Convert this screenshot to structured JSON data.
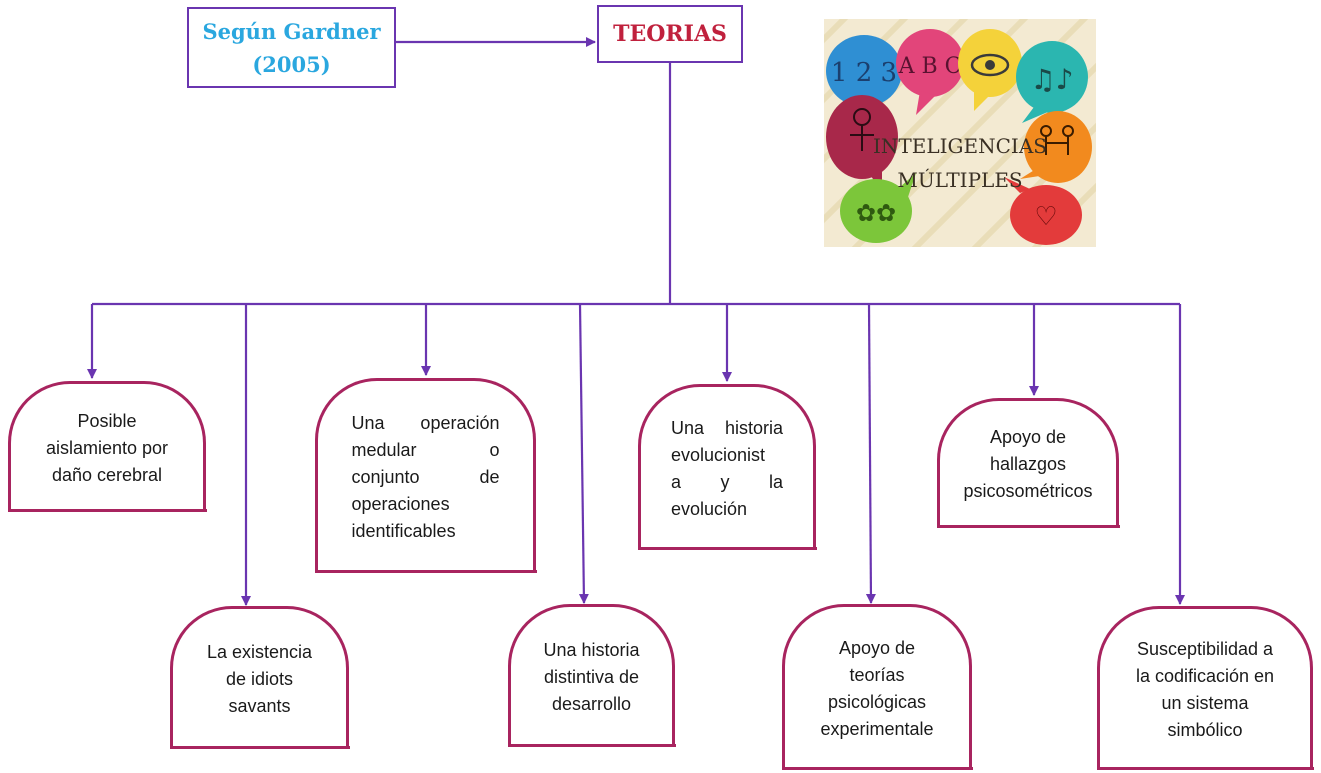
{
  "source_box": {
    "line1": "Según Gardner",
    "line2": "(2005)"
  },
  "root": {
    "label": "TEORIAS"
  },
  "image": {
    "label_line1": "INTELIGENCIAS",
    "label_line2": "MÚLTIPLES",
    "digits": "1 2 3",
    "letters": "A B C"
  },
  "criteria": [
    {
      "lines": [
        "Posible",
        "aislamiento por",
        "daño cerebral"
      ]
    },
    {
      "lines": [
        "La existencia",
        "de idiots",
        "savants"
      ]
    },
    {
      "lines": [
        "Una operación",
        "medular o",
        "conjunto de",
        "operaciones",
        "identificables"
      ]
    },
    {
      "lines": [
        "Una historia",
        "distintiva de",
        "desarrollo"
      ]
    },
    {
      "lines": [
        "Una historia",
        "evolucionist",
        "a y la",
        "evolución"
      ]
    },
    {
      "lines": [
        "Apoyo de",
        "teorías",
        "psicológicas",
        "experimentale"
      ]
    },
    {
      "lines": [
        "Apoyo de",
        "hallazgos",
        "psicosométricos"
      ]
    },
    {
      "lines": [
        "Susceptibilidad a",
        "la codificación en",
        "un sistema",
        "simbólico"
      ]
    }
  ],
  "colors": {
    "connector": "#6a35b0",
    "box_border": "#a8245f",
    "source_text": "#2aa7df",
    "root_text": "#c0213d"
  }
}
